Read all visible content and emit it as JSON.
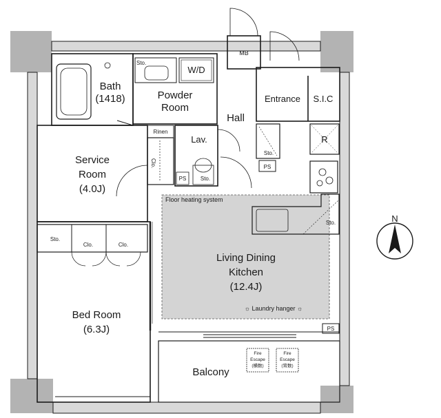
{
  "colors": {
    "pillar": "#b3b3b3",
    "wall_fill": "#d9d9d9",
    "line": "#1a1a1a",
    "heated_floor": "#d4d4d4",
    "background": "#ffffff"
  },
  "rooms": {
    "bath": {
      "name": "Bath",
      "size": "(1418)"
    },
    "powder_room": {
      "line1": "Powder",
      "line2": "Room"
    },
    "wd": "W/D",
    "sto_top": "Sto.",
    "mb": "MB",
    "entrance": "Entrance",
    "sic": "S.I.C",
    "hall": "Hall",
    "rinen": "Rinen",
    "lav": "Lav.",
    "clo_service": "Clo.",
    "ps_lav": "PS",
    "sto_lav": "Sto.",
    "sto_entrance": "Sto.",
    "ps_entrance": "PS",
    "fridge": "R",
    "sto_kitchen": "Sto.",
    "service_room": {
      "line1": "Service",
      "line2": "Room",
      "size": "(4.0J)"
    },
    "floor_heating": "Floor heating system",
    "ldk": {
      "line1": "Living Dining",
      "line2": "Kitchen",
      "size": "(12.4J)"
    },
    "laundry_hanger": "☼ Laundry hanger ☼",
    "sto_bed": "Sto.",
    "clo_bed_1": "Clo.",
    "clo_bed_2": "Clo.",
    "bed_room": {
      "name": "Bed Room",
      "size": "(6.3J)"
    },
    "ps_balcony": "PS",
    "balcony": "Balcony",
    "fire_escape_1": {
      "line1": "Fire",
      "line2": "Escape",
      "line3": "(横数)"
    },
    "fire_escape_2": {
      "line1": "Fire",
      "line2": "Escape",
      "line3": "(背数)"
    }
  },
  "compass": {
    "label": "N"
  }
}
